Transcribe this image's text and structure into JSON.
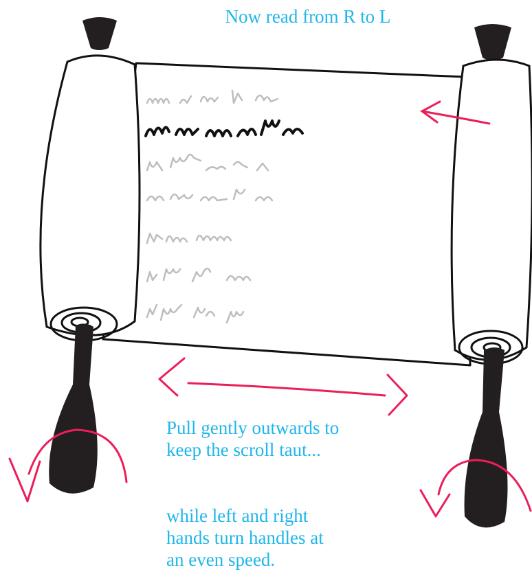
{
  "colors": {
    "caption": "#1fb6ea",
    "arrow": "#ec1e5a",
    "ink": "#111111",
    "ghost_text": "#bdbdbd",
    "handle": "#231f20",
    "parchment": "#ffffff"
  },
  "title": "Now read from R to L",
  "instructions": [
    "Pull gently outwards to",
    "keep the scroll taut...",
    "while left and right",
    "hands turn handles at",
    "an even speed."
  ]
}
